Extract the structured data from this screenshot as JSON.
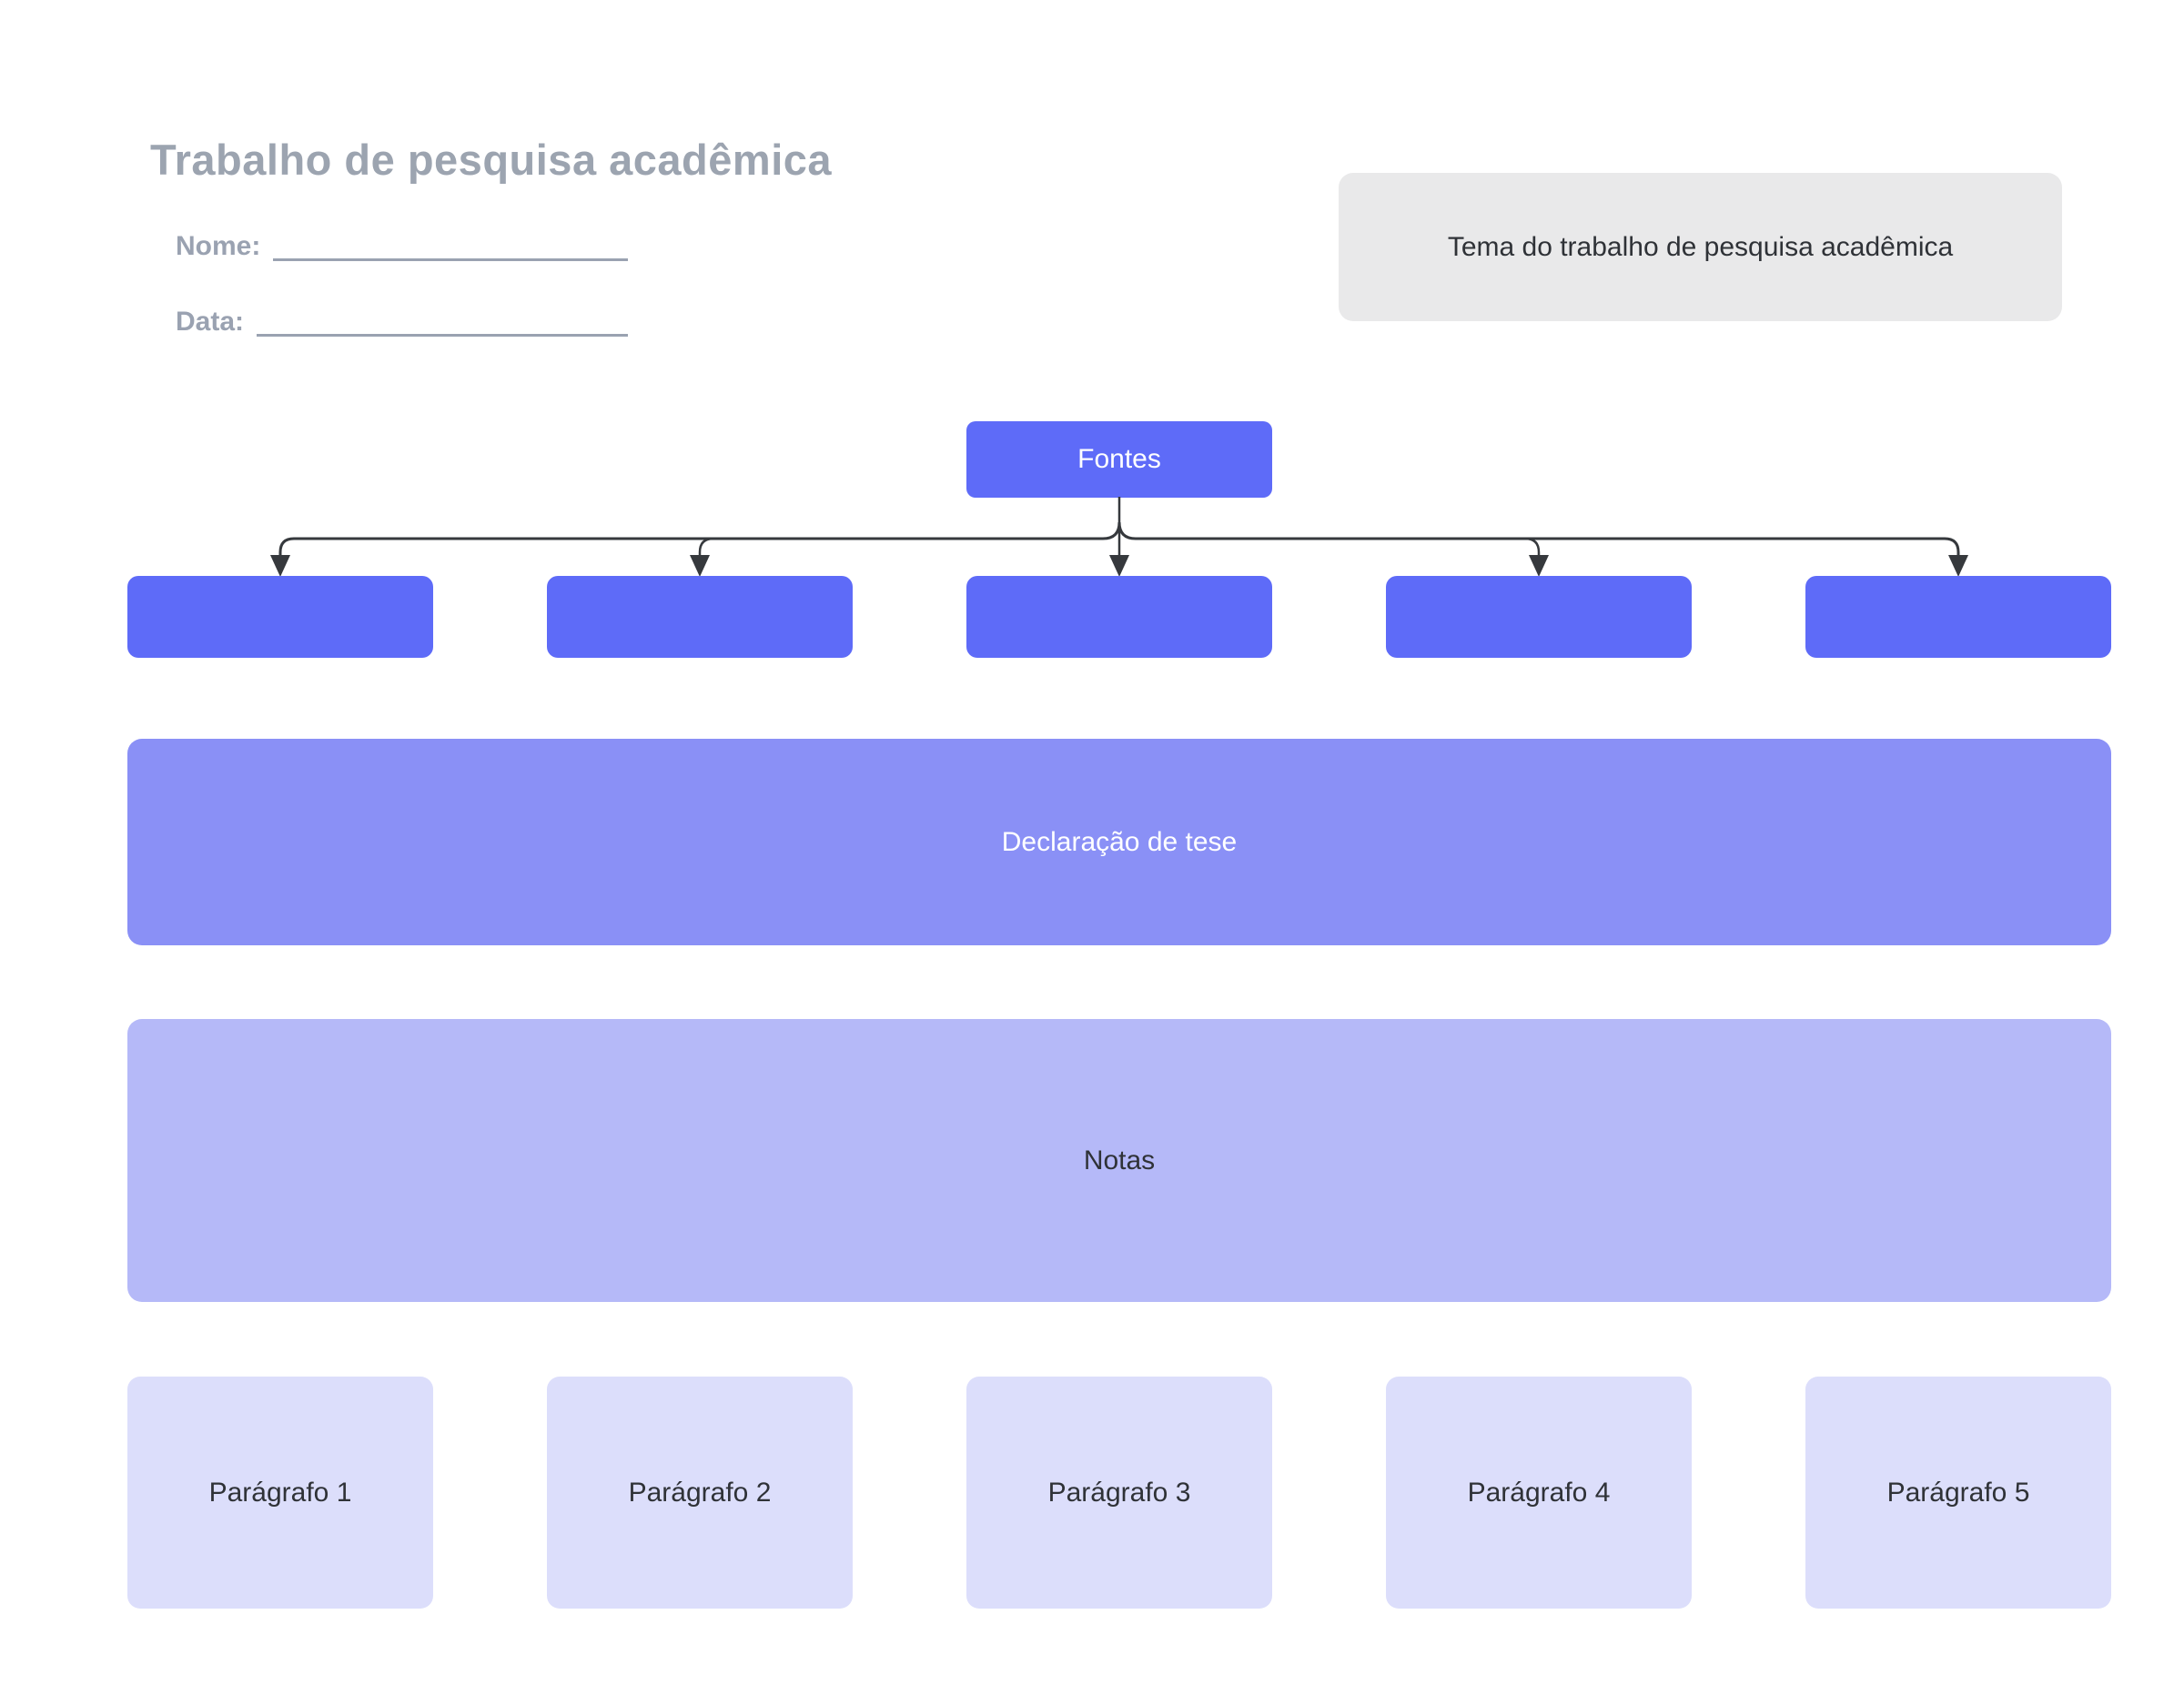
{
  "header": {
    "title": "Trabalho de pesquisa acadêmica",
    "name_label": "Nome:",
    "date_label": "Data:",
    "topic_box": "Tema do trabalho de pesquisa acadêmica"
  },
  "diagram": {
    "root_label": "Fontes",
    "source_boxes": [
      "",
      "",
      "",
      "",
      ""
    ],
    "thesis_label": "Declaração de tese",
    "notes_label": "Notas",
    "paragraphs": [
      "Parágrafo 1",
      "Parágrafo 2",
      "Parágrafo 3",
      "Parágrafo 4",
      "Parágrafo 5"
    ]
  },
  "colors": {
    "accent_strong": "#5E6BF8",
    "accent_medium": "#8A90F6",
    "accent_light": "#B5B9F8",
    "accent_faint": "#DCDEFB",
    "topic_box_bg": "#E9E9EA",
    "muted_text": "#9AA2B1",
    "title_text": "#9CA4B0",
    "dark_text": "#2F3237",
    "connector_line": "#36393D"
  }
}
